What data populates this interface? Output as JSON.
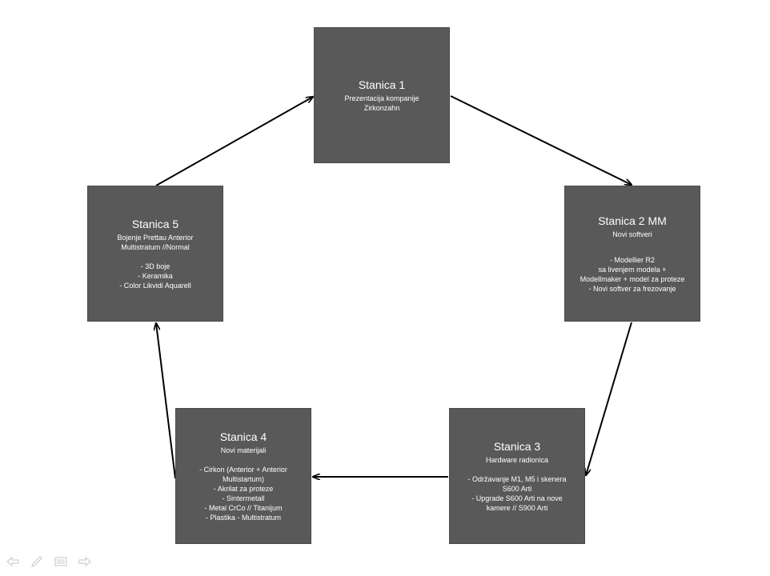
{
  "stations": [
    {
      "title": "Stanica 1",
      "subtitle": [
        "Prezentacija kompanije",
        "Zirkonzahn"
      ],
      "items": []
    },
    {
      "title": "Stanica 2 MM",
      "subtitle": [
        "Novi softveri"
      ],
      "items": [
        "- Modellier R2",
        "sa livenjem modela +",
        "Modellmaker + model za proteze",
        "- Novi softver za frezovanje"
      ]
    },
    {
      "title": "Stanica 3",
      "subtitle": [
        "Hardware radionica"
      ],
      "items": [
        "- Održavanje  M1, M5  i skenera",
        "S600 Arti",
        "- Upgrade S600 Arti na nove",
        "kamere // S900 Arti"
      ]
    },
    {
      "title": "Stanica 4",
      "subtitle": [
        "Novi materijali"
      ],
      "items": [
        "- Cirkon (Anterior + Anterior",
        "Multistartum)",
        "- Akrilat za proteze",
        "- Sintermetall",
        "- Metal  CrCo // Titanijum",
        "- Plastika - Multistratum"
      ]
    },
    {
      "title": "Stanica 5",
      "subtitle": [
        "Bojenje Prettau Anterior",
        "Multistratum //Normal"
      ],
      "items": [
        "- 3D boje",
        "- Keramika",
        "- Color Likvidi Aquarell"
      ]
    }
  ],
  "colors": {
    "box": "#595959",
    "text": "#ffffff",
    "arrow": "#000000",
    "nav": "#d6d6d6"
  },
  "nav": {
    "icons": [
      "arrow-left-icon",
      "pen-icon",
      "menu-icon",
      "arrow-right-icon"
    ]
  }
}
